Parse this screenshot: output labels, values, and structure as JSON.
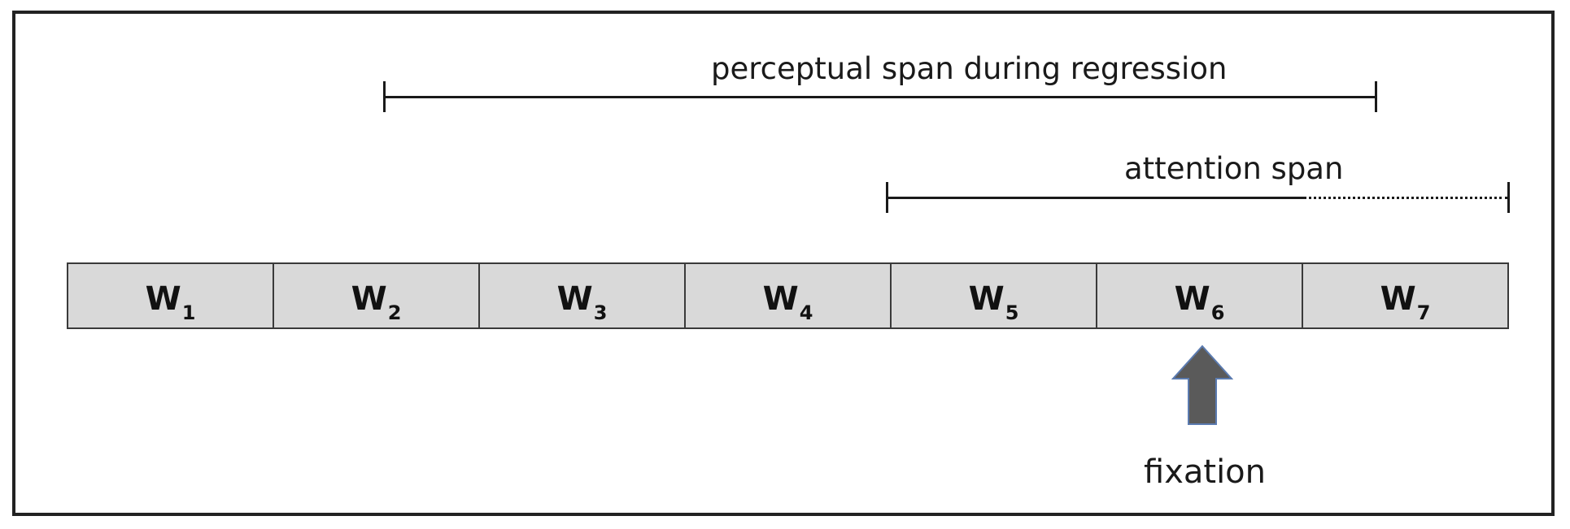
{
  "spans": {
    "perceptual_label": "perceptual span during regression",
    "attention_label": "attention span"
  },
  "words": [
    {
      "base": "W",
      "sub": "1"
    },
    {
      "base": "W",
      "sub": "2"
    },
    {
      "base": "W",
      "sub": "3"
    },
    {
      "base": "W",
      "sub": "4"
    },
    {
      "base": "W",
      "sub": "5"
    },
    {
      "base": "W",
      "sub": "6"
    },
    {
      "base": "W",
      "sub": "7"
    }
  ],
  "fixation": {
    "label": "fixation",
    "word_index": 6,
    "arrow_color": "#5a5a5a",
    "arrow_outline": "#5b7bb0"
  },
  "colors": {
    "cell_fill": "#d9d9d9",
    "line": "#1a1a1a"
  }
}
